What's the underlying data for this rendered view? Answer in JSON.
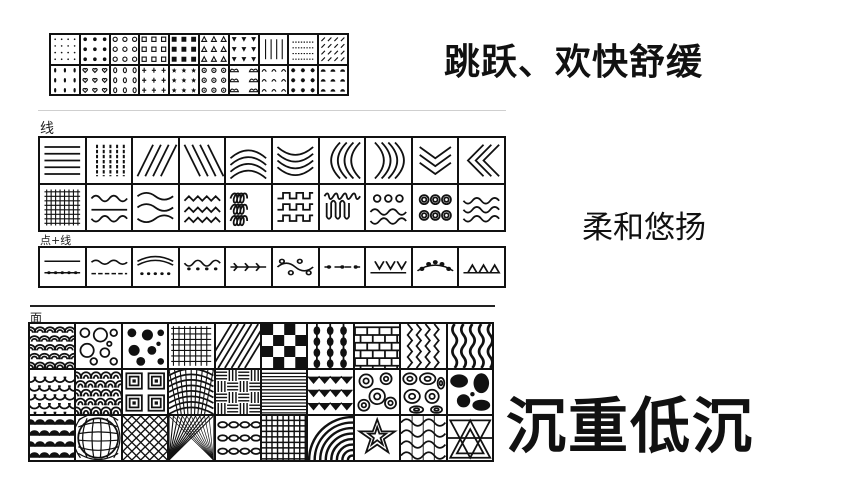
{
  "captions": {
    "light": "跳跃、欢快舒缓",
    "line": "柔和悠扬",
    "surface": "沉重低沉"
  },
  "sections": {
    "line_label": "线",
    "dotline_label": "点+线",
    "surface_label": "面"
  },
  "figures": {
    "dot_patterns": {
      "rows": 2,
      "cols": 10,
      "name": "dot-texture-samples"
    },
    "line_patterns": {
      "rows": 2,
      "cols": 10,
      "name": "line-texture-samples"
    },
    "dotline_patterns": {
      "rows": 1,
      "cols": 10,
      "name": "dot-line-texture-samples"
    },
    "surface_patterns": {
      "rows": 3,
      "cols": 10,
      "name": "surface-texture-samples"
    }
  }
}
